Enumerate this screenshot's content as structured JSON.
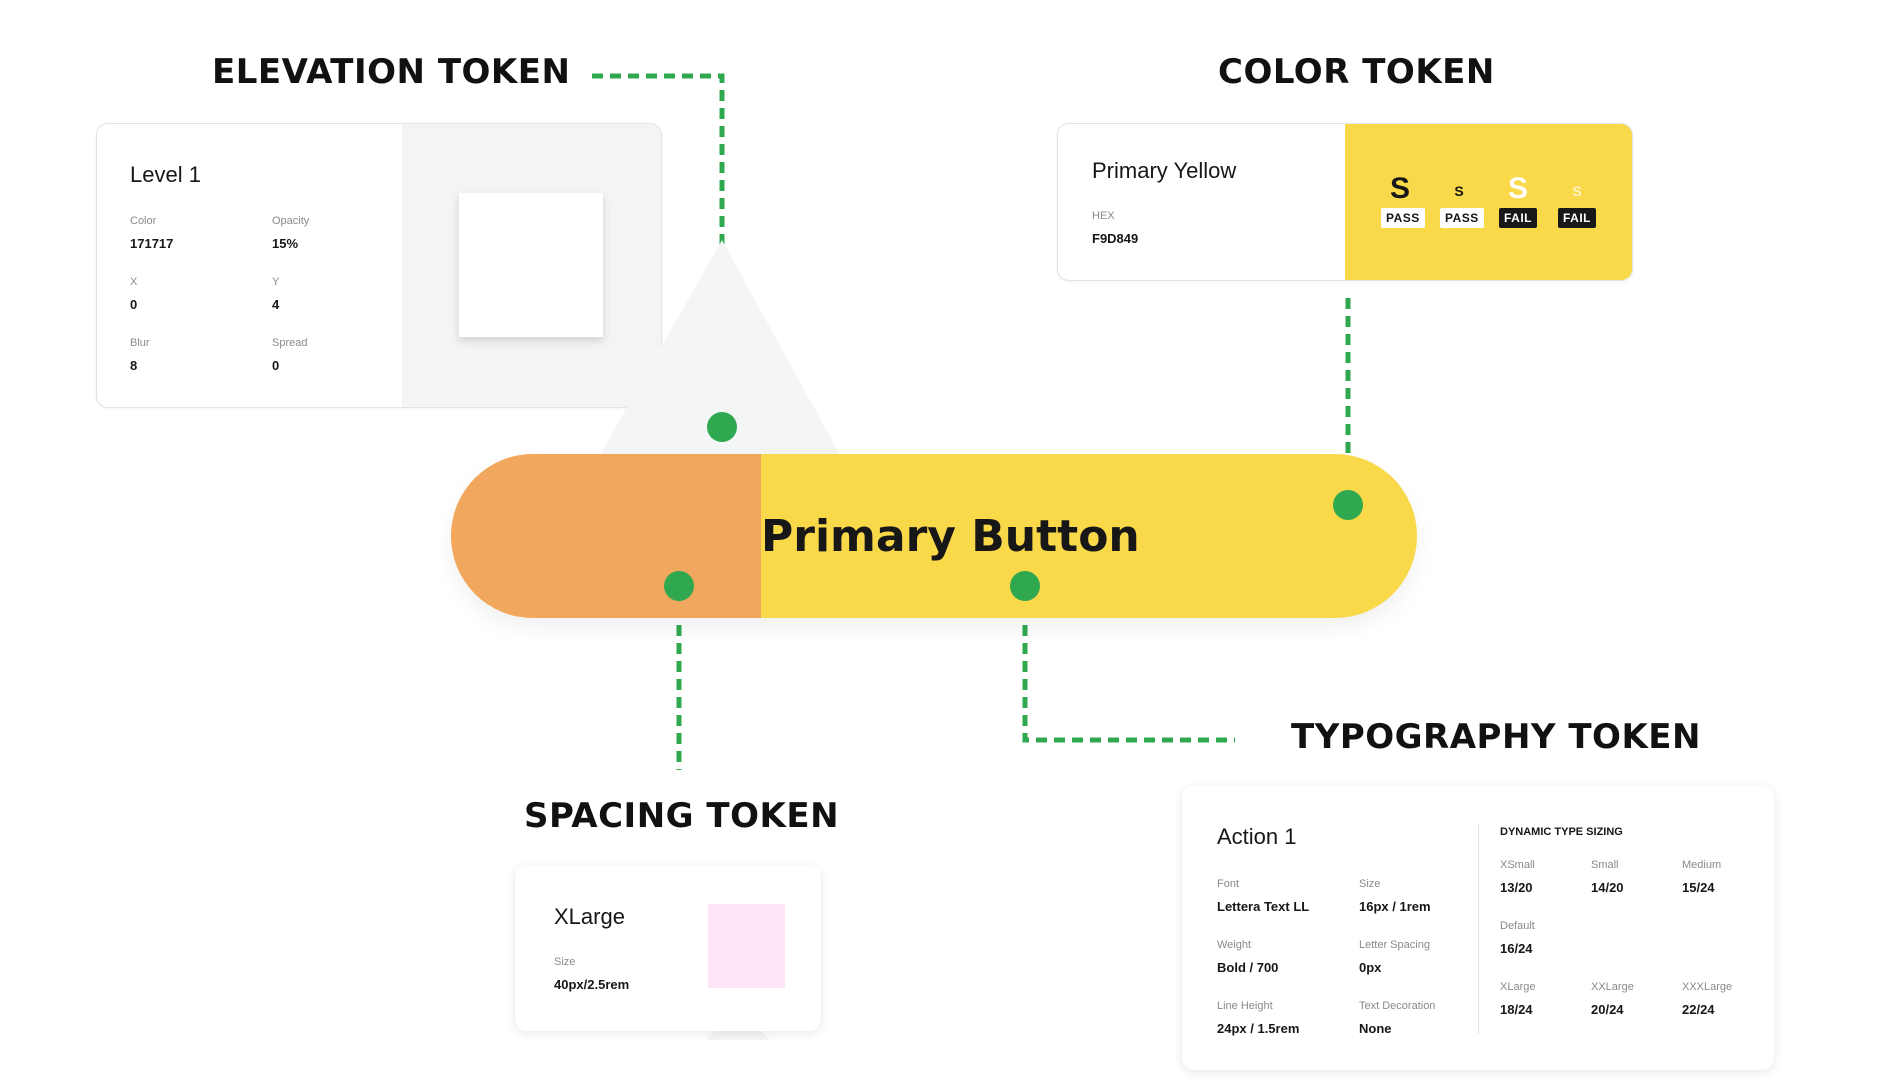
{
  "colors": {
    "connector": "#2fa84f",
    "button_left": "#f1a85e",
    "button_right": "#f9d849",
    "spacing_swatch": "#ffe3f7"
  },
  "headings": {
    "elevation": "ELEVATION TOKEN",
    "color": "COLOR TOKEN",
    "spacing": "SPACING TOKEN",
    "typography": "TYPOGRAPHY TOKEN"
  },
  "button": {
    "label": "Primary Button"
  },
  "elevation_card": {
    "title": "Level 1",
    "fields": [
      {
        "label": "Color",
        "value": "171717"
      },
      {
        "label": "Opacity",
        "value": "15%"
      },
      {
        "label": "X",
        "value": "0"
      },
      {
        "label": "Y",
        "value": "4"
      },
      {
        "label": "Blur",
        "value": "8"
      },
      {
        "label": "Spread",
        "value": "0"
      }
    ]
  },
  "color_card": {
    "title": "Primary Yellow",
    "hex_label": "HEX",
    "hex_value": "F9D849",
    "contrast": [
      {
        "glyph": "S",
        "result": "PASS"
      },
      {
        "glyph": "S",
        "result": "PASS"
      },
      {
        "glyph": "S",
        "result": "FAIL"
      },
      {
        "glyph": "S",
        "result": "FAIL"
      }
    ]
  },
  "spacing_card": {
    "title": "XLarge",
    "size_label": "Size",
    "size_value": "40px/2.5rem"
  },
  "typography_card": {
    "title": "Action 1",
    "fields": [
      {
        "label": "Font",
        "value": "Lettera Text LL"
      },
      {
        "label": "Size",
        "value": "16px / 1rem"
      },
      {
        "label": "Weight",
        "value": "Bold / 700"
      },
      {
        "label": "Letter Spacing",
        "value": "0px"
      },
      {
        "label": "Line Height",
        "value": "24px / 1.5rem"
      },
      {
        "label": "Text Decoration",
        "value": "None"
      }
    ],
    "dynamic_title": "DYNAMIC TYPE SIZING",
    "dynamic": [
      {
        "label": "XSmall",
        "value": "13/20"
      },
      {
        "label": "Small",
        "value": "14/20"
      },
      {
        "label": "Medium",
        "value": "15/24"
      },
      {
        "label": "Default",
        "value": "16/24"
      },
      {
        "label": "XLarge",
        "value": "18/24"
      },
      {
        "label": "XXLarge",
        "value": "20/24"
      },
      {
        "label": "XXXLarge",
        "value": "22/24"
      }
    ]
  }
}
